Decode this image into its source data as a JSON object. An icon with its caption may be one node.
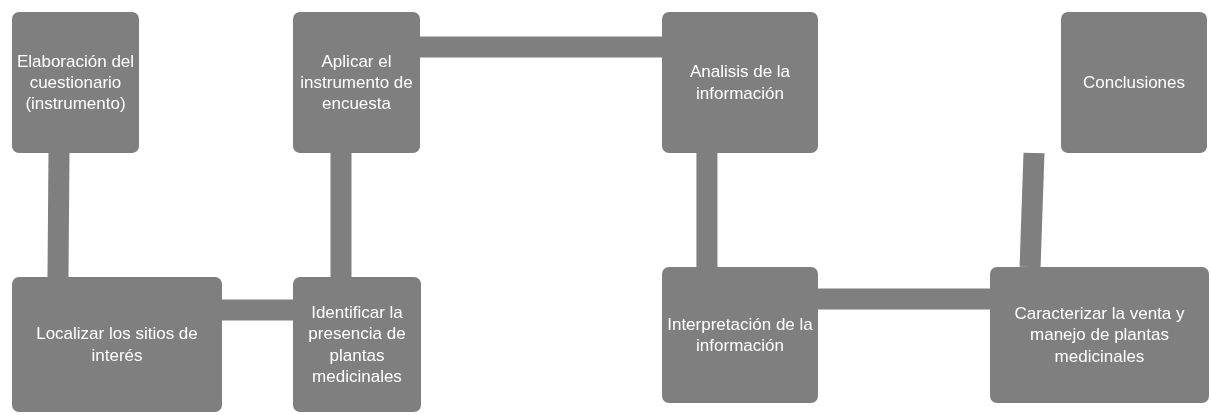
{
  "diagram": {
    "nodes": [
      {
        "text": [
          "Elaboración del cuestionario (instrumento)"
        ]
      },
      {
        "text": [
          "Aplicar el instrumento de encuesta"
        ]
      },
      {
        "text": [
          "Analisis de la información"
        ]
      },
      {
        "text": [
          "Conclusiones"
        ]
      },
      {
        "text": [
          "Localizar los sitios de interés"
        ]
      },
      {
        "text": [
          "Identificar la presencia de plantas medicinales"
        ]
      },
      {
        "text": [
          "Interpretación de la información"
        ]
      },
      {
        "text": [
          "Caracterizar la venta y manejo de plantas medicinales"
        ]
      }
    ],
    "edges": [
      {
        "from": 0,
        "to": 4,
        "arrow": "none"
      },
      {
        "from": 4,
        "to": 5,
        "arrow": "none"
      },
      {
        "from": 5,
        "to": 1,
        "arrow": "none"
      },
      {
        "from": 1,
        "to": 2,
        "arrow": "none"
      },
      {
        "from": 2,
        "to": 6,
        "arrow": "none"
      },
      {
        "from": 6,
        "to": 7,
        "arrow": "none"
      },
      {
        "from": 7,
        "to": 3,
        "arrow": "none"
      }
    ]
  }
}
